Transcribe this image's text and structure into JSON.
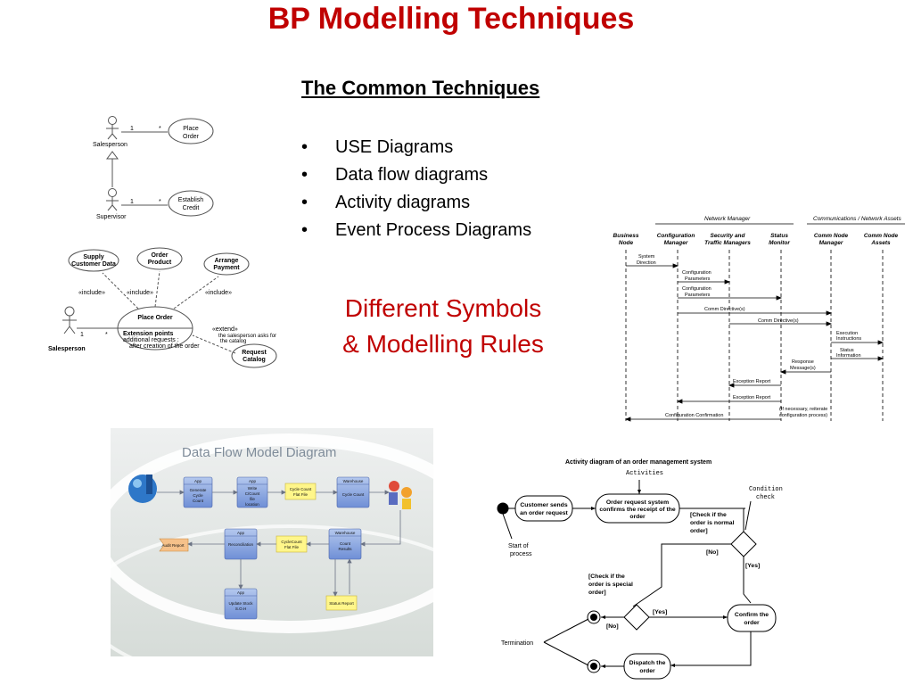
{
  "slide": {
    "title": "BP Modelling Techniques",
    "subtitle": "The Common Techniques",
    "bullets": [
      "USE Diagrams",
      "Data flow diagrams",
      "Activity diagrams",
      "Event Process Diagrams"
    ],
    "highlight_line1": "Different Symbols",
    "highlight_line2": "& Modelling Rules"
  },
  "use_case_simple": {
    "salesperson": "Salesperson",
    "supervisor": "Supervisor",
    "place_order": [
      "Place",
      "Order"
    ],
    "establish_credit": [
      "Establish",
      "Credit"
    ],
    "mult_one": "1",
    "mult_many": "*"
  },
  "use_case_extended": {
    "supply": [
      "Supply",
      "Customer Data"
    ],
    "order_product": [
      "Order",
      "Product"
    ],
    "arrange_payment": [
      "Arrange",
      "Payment"
    ],
    "include": "«include»",
    "place_order": "Place Order",
    "extension_points": "Extension points",
    "ext_line1": "additional requests :",
    "ext_line2": "after creation of the order",
    "extend": "«extend»",
    "extend_note1": "the salesperson asks for",
    "extend_note2": "the catalog",
    "request_catalog": [
      "Request",
      "Catalog"
    ],
    "salesperson": "Salesperson",
    "mult_one": "1",
    "mult_many": "*"
  },
  "sequence": {
    "group_network": "Network Manager",
    "group_comm": "Communications / Network Assets",
    "lanes": [
      [
        "Business",
        "Node"
      ],
      [
        "Configuration",
        "Manager"
      ],
      [
        "Security and",
        "Traffic Managers"
      ],
      [
        "Status",
        "Monitor"
      ],
      [
        "Comm Node",
        "Manager"
      ],
      [
        "Comm Node",
        "Assets"
      ]
    ],
    "messages": [
      [
        "System",
        "Direction"
      ],
      [
        "Configuration",
        "Parameters"
      ],
      [
        "Configuration",
        "Parameters"
      ],
      [
        "Comm Directive(s)"
      ],
      [
        "Comm Directive(s)"
      ],
      [
        "Execution",
        "Instructions"
      ],
      [
        "Status",
        "Information"
      ],
      [
        "Response",
        "Message(s)"
      ],
      [
        "Exception Report"
      ],
      [
        "Exception Report"
      ],
      [
        "Configuration Confirmation"
      ]
    ],
    "note": [
      "(If necessary, reiterate",
      "configuration process)"
    ]
  },
  "dataflow": {
    "title": "Data Flow Model Diagram",
    "app": "App",
    "warehouse": "Warehouse",
    "generate": [
      "Generate",
      "Cycle",
      "Count"
    ],
    "write": [
      "Write",
      "C/Count",
      "file",
      "location"
    ],
    "cycle_file": [
      "Cycle Count",
      "Flat File"
    ],
    "cycle_count": "Cycle Count",
    "audit": "Audit Report",
    "reconcile": "Reconciliation",
    "cc_file": [
      "CycleCount",
      "Flat File"
    ],
    "count_results": [
      "Count",
      "Results"
    ],
    "update": [
      "Update Stock",
      "S.O.H"
    ],
    "status_report": "Status Report"
  },
  "activity": {
    "title": "Activity diagram of an order management system",
    "activities": "Activities",
    "condition": [
      "Condition",
      "check"
    ],
    "customer": [
      "Customer sends",
      "an order request"
    ],
    "confirms": [
      "Order request system",
      "confirms the receipt of the",
      "order"
    ],
    "check_normal": [
      "[Check if the",
      "order is normal",
      "order]"
    ],
    "no": "[No]",
    "yes": "[Yes]",
    "check_special": [
      "[Check if the",
      "order is special",
      "order]"
    ],
    "confirm": [
      "Confirm the",
      "order"
    ],
    "dispatch": [
      "Dispatch the",
      "order"
    ],
    "start": [
      "Start of",
      "process"
    ],
    "termination": "Termination"
  }
}
